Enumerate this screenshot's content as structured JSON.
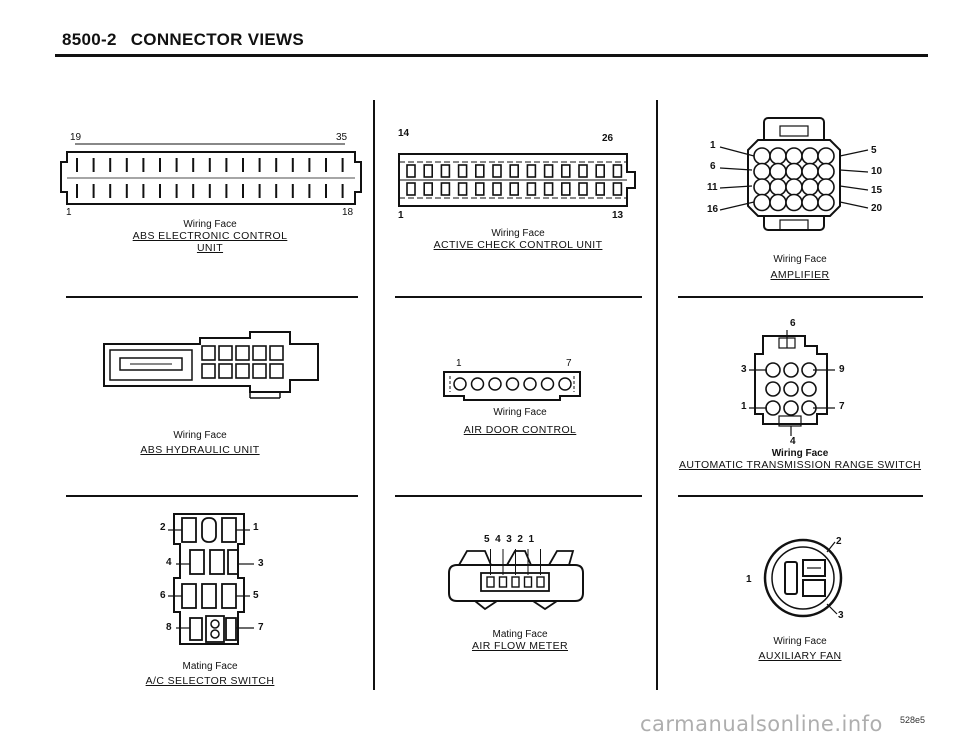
{
  "header": {
    "number": "8500-2",
    "title": "CONNECTOR VIEWS"
  },
  "connectors": {
    "abs_ecu": {
      "pins": {
        "tl": "19",
        "tr": "35",
        "bl": "1",
        "br": "18"
      },
      "face": "Wiring Face",
      "title": "ABS ELECTRONIC CONTROL UNIT"
    },
    "active_check": {
      "pins": {
        "tl": "14",
        "tr": "26",
        "bl": "1",
        "br": "13"
      },
      "face": "Wiring Face",
      "title": "ACTIVE CHECK CONTROL UNIT"
    },
    "amplifier": {
      "pins": {
        "p1": "1",
        "p5": "5",
        "p6": "6",
        "p10": "10",
        "p11": "11",
        "p15": "15",
        "p16": "16",
        "p20": "20"
      },
      "face": "Wiring Face",
      "title": "AMPLIFIER"
    },
    "abs_hydraulic": {
      "face": "Wiring Face",
      "title": "ABS HYDRAULIC UNIT"
    },
    "air_door": {
      "pins": {
        "left": "1",
        "right": "7"
      },
      "face": "Wiring Face",
      "title": "AIR DOOR CONTROL"
    },
    "auto_trans": {
      "pins": {
        "p6": "6",
        "p3": "3",
        "p9": "9",
        "p1": "1",
        "p7": "7",
        "p4": "4"
      },
      "face": "Wiring Face",
      "title": "AUTOMATIC TRANSMISSION RANGE SWITCH"
    },
    "ac_selector": {
      "pins": {
        "p2": "2",
        "p1": "1",
        "p4": "4",
        "p3": "3",
        "p6": "6",
        "p5": "5",
        "p8": "8",
        "p7": "7"
      },
      "face": "Mating Face",
      "title": "A/C SELECTOR SWITCH"
    },
    "air_flow": {
      "pins": {
        "top": "5  4  3  2  1"
      },
      "face": "Mating Face",
      "title": "AIR FLOW METER"
    },
    "aux_fan": {
      "pins": {
        "p2": "2",
        "p1": "1",
        "p3": "3"
      },
      "face": "Wiring Face",
      "title": "AUXILIARY FAN"
    }
  },
  "footer": {
    "watermark": "carmanualsonline.info",
    "code": "528e5"
  }
}
